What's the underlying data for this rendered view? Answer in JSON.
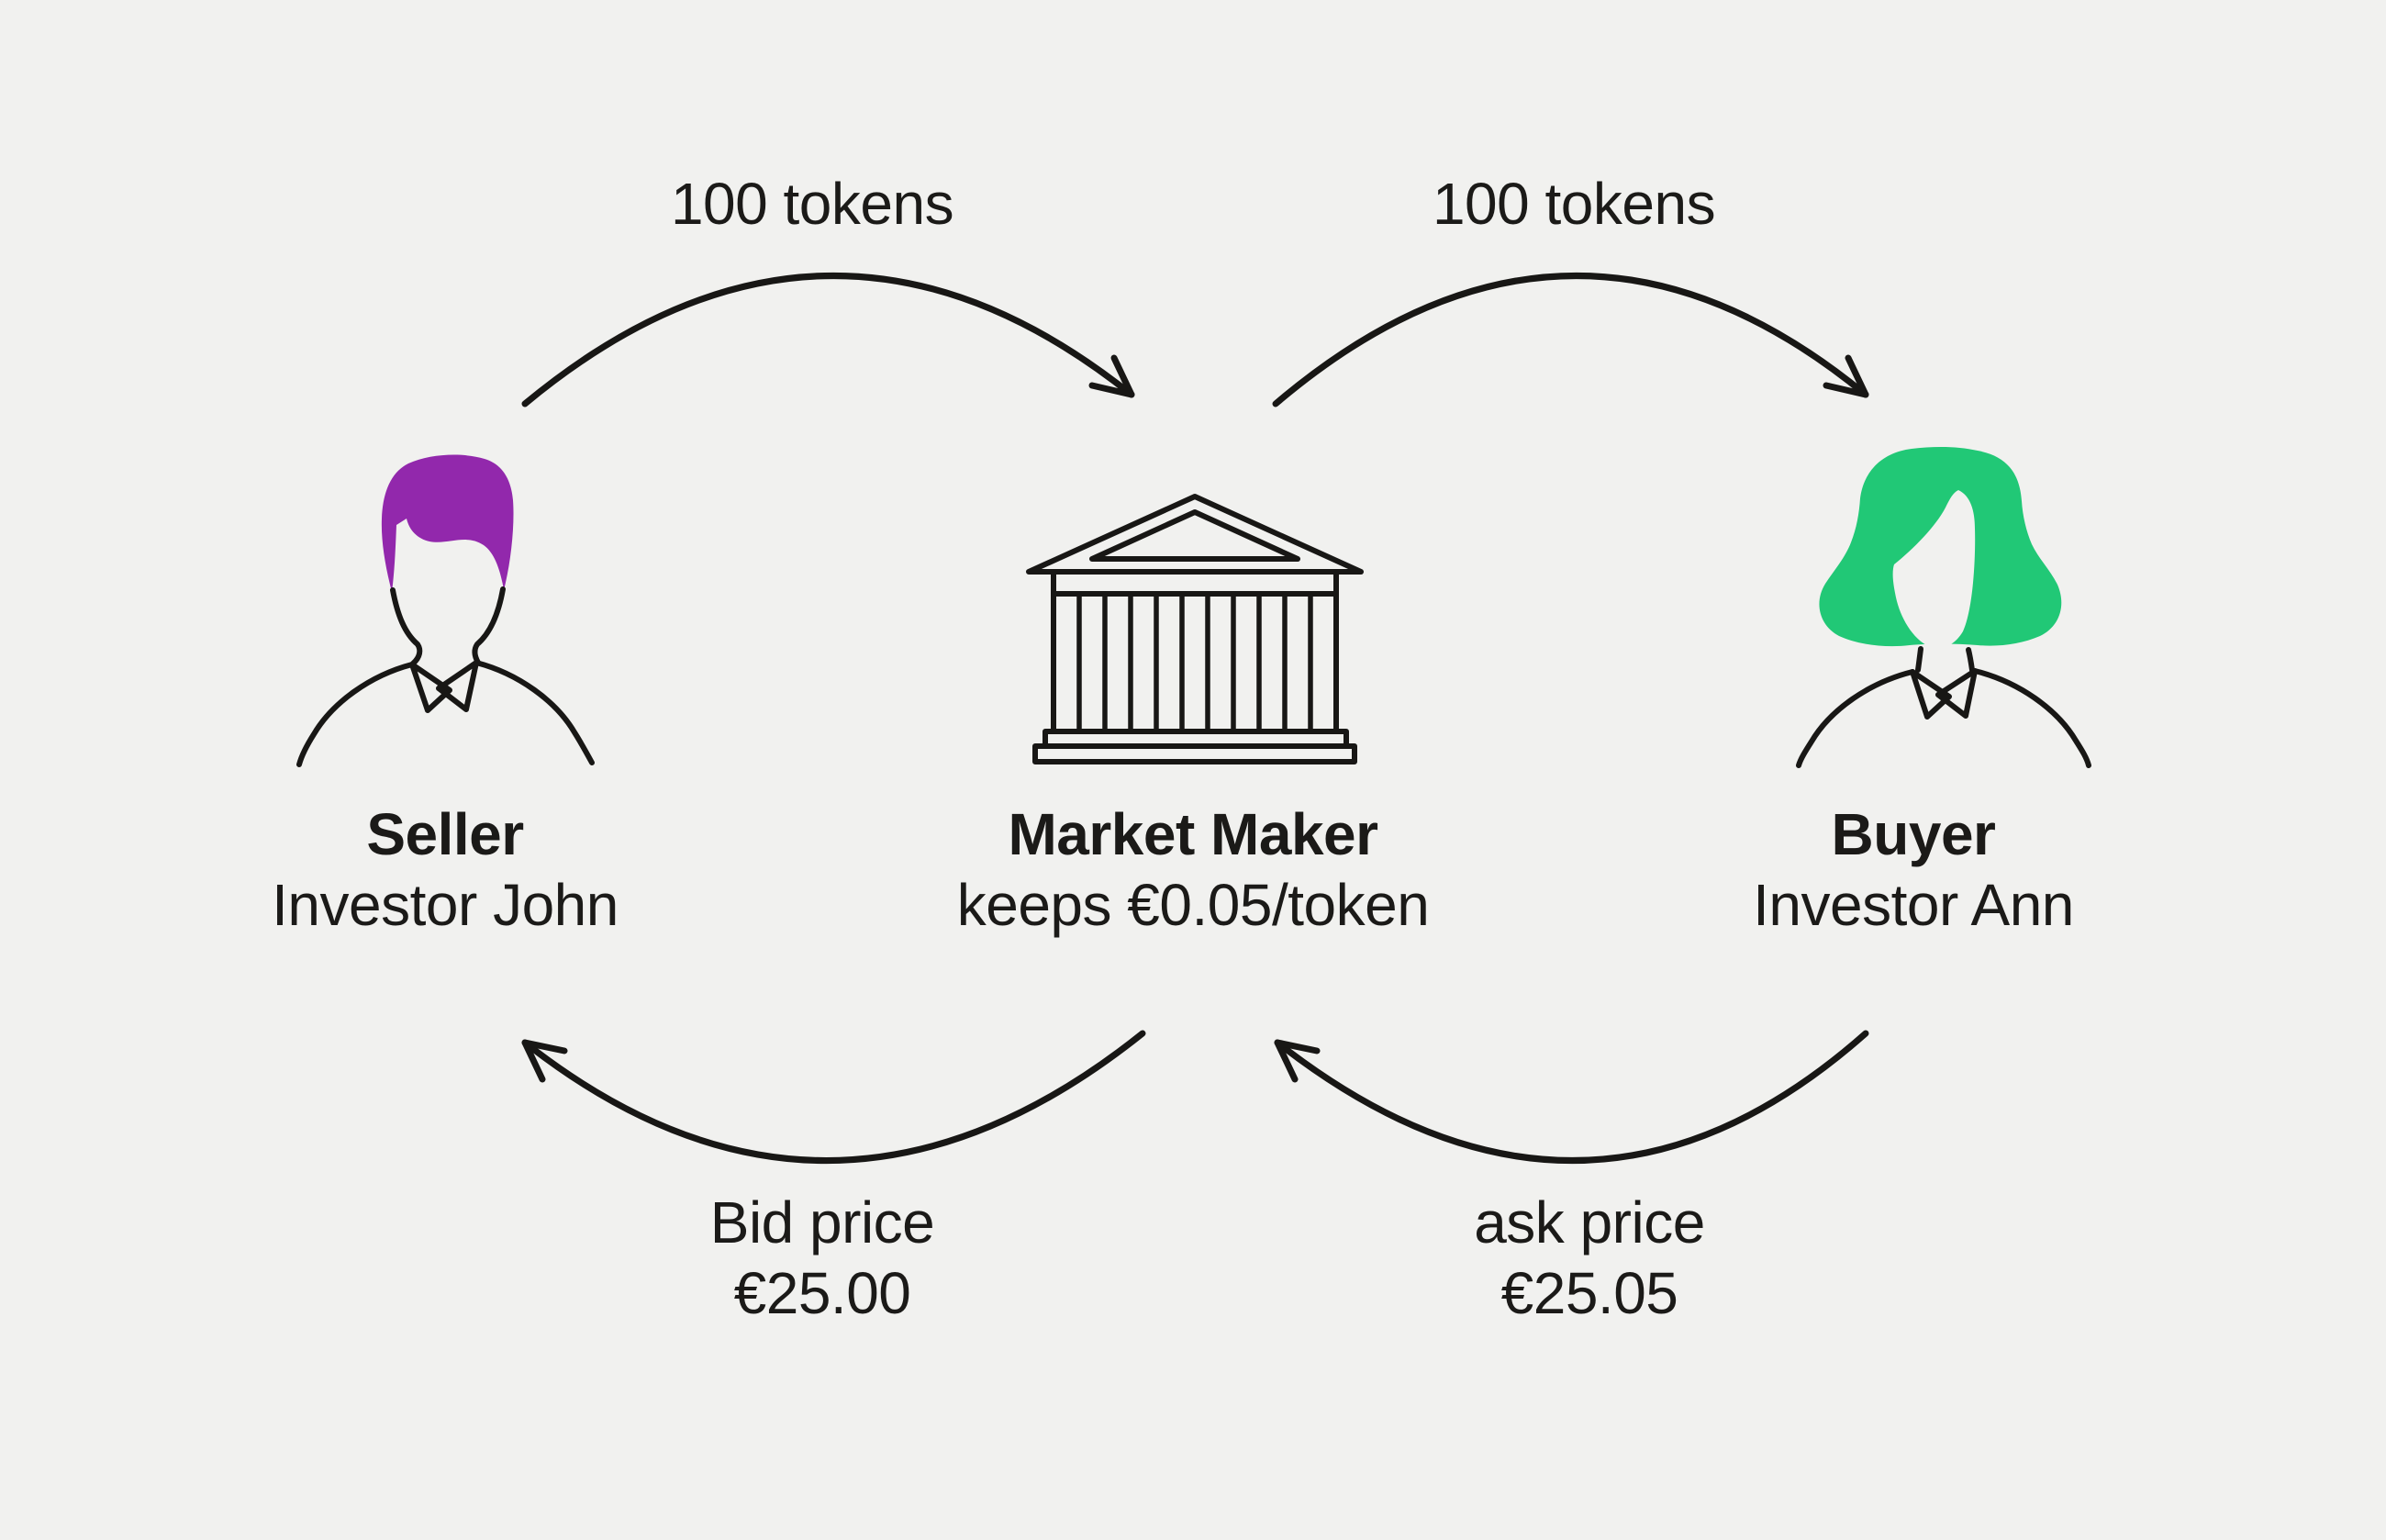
{
  "canvas": {
    "background": "#f1f1ef"
  },
  "colors": {
    "ink": "#181715",
    "seller_hair": "#9228ac",
    "buyer_hair": "#21c876"
  },
  "flows": {
    "seller_to_marketmaker": {
      "label": "100 tokens"
    },
    "marketmaker_to_buyer": {
      "label": "100 tokens"
    },
    "marketmaker_to_seller": {
      "line1": "Bid price",
      "line2": "€25.00"
    },
    "buyer_to_marketmaker": {
      "line1": "ask price",
      "line2": "€25.05"
    }
  },
  "entities": {
    "seller": {
      "role": "Seller",
      "detail": "Investor John"
    },
    "market_maker": {
      "role": "Market Maker",
      "detail": "keeps €0.05/token"
    },
    "buyer": {
      "role": "Buyer",
      "detail": "Investor Ann"
    }
  }
}
